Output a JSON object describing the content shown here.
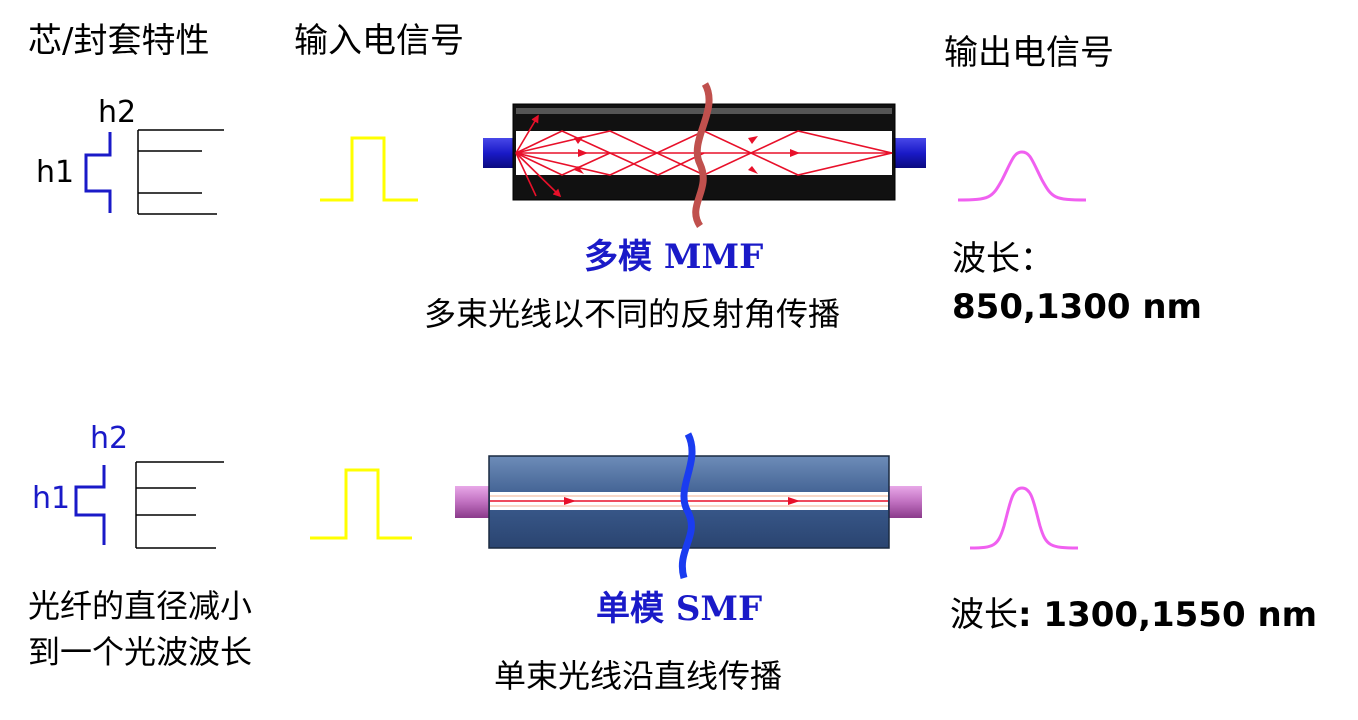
{
  "headers": {
    "core_cladding": "芯/封套特性",
    "input_signal": "输入电信号",
    "output_signal": "输出电信号"
  },
  "multimode": {
    "h1": "h1",
    "h2": "h2",
    "mode_cn": "多模",
    "mode_en": "MMF",
    "description": "多束光线以不同的反射角传播",
    "wavelength_label": "波长：",
    "wavelength_value": "850,1300 nm"
  },
  "singlemode": {
    "h1": "h1",
    "h2": "h2",
    "mode_cn": "单模",
    "mode_en": "SMF",
    "description": "单束光线沿直线传播",
    "note_line1": "光纤的直径减小",
    "note_line2": "到一个光波波长",
    "wavelength_label": "波长",
    "wavelength_value": ": 1300,1550 nm"
  },
  "colors": {
    "index_profile": "#1a1ac8",
    "input_pulse": "#ffff00",
    "output_pulse": "#f060f0",
    "ray": "#e8102a",
    "mmf_jacket": "#111111",
    "mmf_break": "#c0504d",
    "mmf_end": "#1a1ac8",
    "smf_jacket": "#3a5a8c",
    "smf_break": "#1a3cf0",
    "smf_end": "#c070c0",
    "mode_label": "#1a1ac8"
  }
}
